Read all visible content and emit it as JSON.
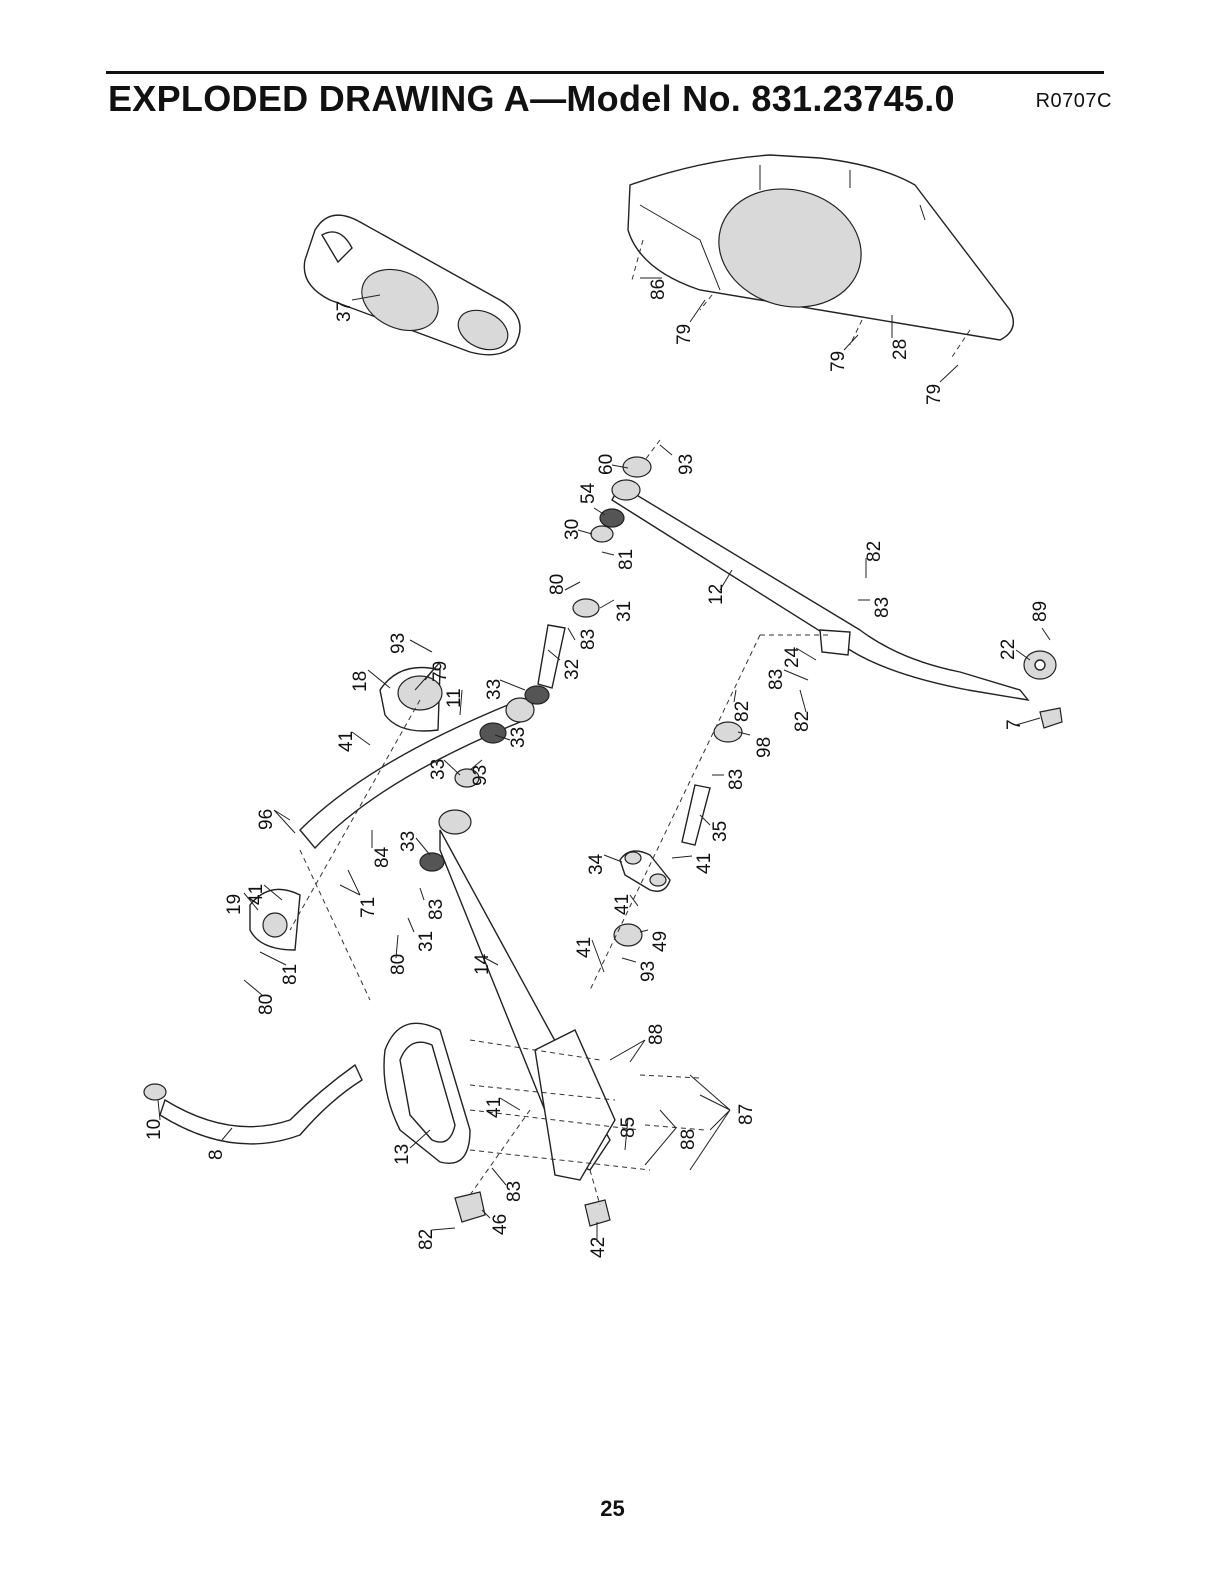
{
  "header": {
    "title": "EXPLODED DRAWING A—Model No. 831.23745.0",
    "drawing_code": "R0707C"
  },
  "footer": {
    "page_number": "25"
  },
  "callouts": [
    "37",
    "86",
    "79",
    "79",
    "28",
    "79",
    "93",
    "60",
    "54",
    "30",
    "81",
    "80",
    "31",
    "83",
    "32",
    "12",
    "82",
    "83",
    "89",
    "22",
    "7",
    "24",
    "83",
    "82",
    "93",
    "79",
    "18",
    "11",
    "33",
    "41",
    "33",
    "93",
    "33",
    "82",
    "98",
    "83",
    "35",
    "41",
    "34",
    "96",
    "84",
    "33",
    "71",
    "19",
    "41",
    "83",
    "31",
    "80",
    "81",
    "80",
    "41",
    "49",
    "41",
    "93",
    "14",
    "88",
    "87",
    "88",
    "85",
    "41",
    "13",
    "10",
    "8",
    "83",
    "46",
    "82",
    "42"
  ]
}
